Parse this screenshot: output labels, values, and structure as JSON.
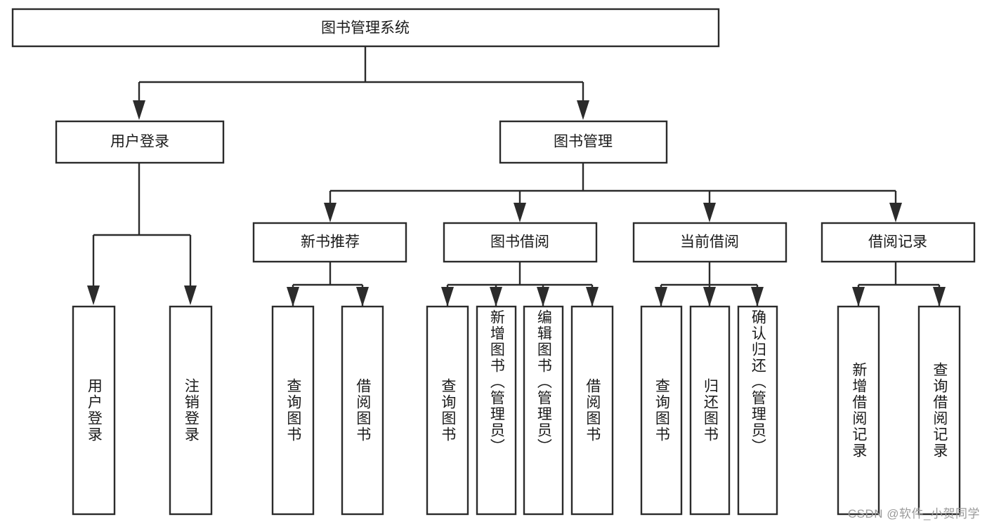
{
  "diagram": {
    "type": "tree",
    "title": "图书管理系统",
    "orientation": "top-down",
    "edge_style": "orthogonal-with-arrowheads",
    "colors": {
      "box_fill": "#ffffff",
      "box_stroke": "#2b2b2b",
      "text": "#1a1a1a",
      "background": "#ffffff",
      "watermark": "#9a9a9a"
    },
    "root": {
      "label": "图书管理系统",
      "id": "root"
    },
    "level2": [
      {
        "id": "user-login",
        "label": "用户登录"
      },
      {
        "id": "book-management",
        "label": "图书管理"
      }
    ],
    "level3": [
      {
        "id": "new-book-recommend",
        "label": "新书推荐",
        "parent": "book-management"
      },
      {
        "id": "book-borrow",
        "label": "图书借阅",
        "parent": "book-management"
      },
      {
        "id": "current-borrow",
        "label": "当前借阅",
        "parent": "book-management"
      },
      {
        "id": "borrow-record",
        "label": "借阅记录",
        "parent": "book-management"
      }
    ],
    "leaves": {
      "user-login": [
        {
          "id": "leaf-user-login",
          "label": "用户登录"
        },
        {
          "id": "leaf-user-logout",
          "label": "注销登录"
        }
      ],
      "new-book-recommend": [
        {
          "id": "leaf-query-book-1",
          "label": "查询图书"
        },
        {
          "id": "leaf-borrow-book-1",
          "label": "借阅图书"
        }
      ],
      "book-borrow": [
        {
          "id": "leaf-query-book-2",
          "label": "查询图书"
        },
        {
          "id": "leaf-add-book",
          "label": "新增图书（管理员）"
        },
        {
          "id": "leaf-edit-book",
          "label": "编辑图书（管理员）"
        },
        {
          "id": "leaf-borrow-book-2",
          "label": "借阅图书"
        }
      ],
      "current-borrow": [
        {
          "id": "leaf-query-book-3",
          "label": "查询图书"
        },
        {
          "id": "leaf-return-book",
          "label": "归还图书"
        },
        {
          "id": "leaf-confirm-return",
          "label": "确认归还（管理员）"
        }
      ],
      "borrow-record": [
        {
          "id": "leaf-add-record",
          "label": "新增借阅记录"
        },
        {
          "id": "leaf-query-record",
          "label": "查询借阅记录"
        }
      ]
    }
  },
  "watermark": {
    "text": "CSDN @软件_小贺同学"
  }
}
